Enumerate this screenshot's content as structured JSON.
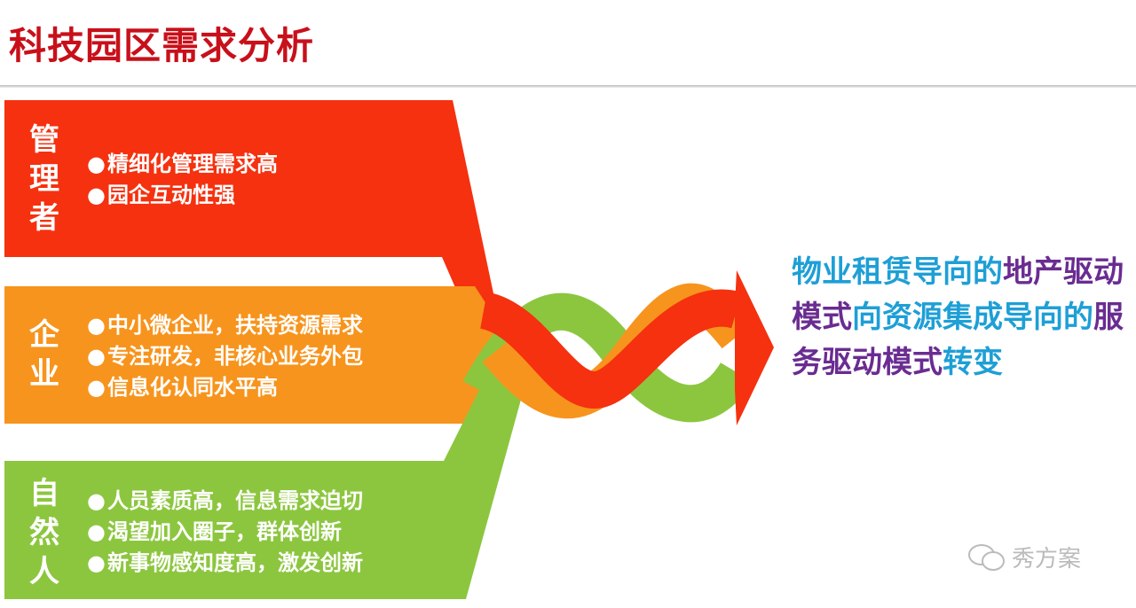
{
  "title": "科技园区需求分析",
  "groups": [
    {
      "label": "管理者",
      "color": "#f5310f",
      "bullets": [
        "精细化管理需求高",
        "园企互动性强"
      ]
    },
    {
      "label": "企业",
      "color": "#f7941d",
      "bullets": [
        "中小微企业，扶持资源需求",
        "专注研发，非核心业务外包",
        "信息化认同水平高"
      ]
    },
    {
      "label": "自然人",
      "color": "#8cc63f",
      "bullets": [
        "人员素质高，信息需求迫切",
        "渴望加入圈子，群体创新",
        "新事物感知度高，激发创新"
      ]
    }
  ],
  "result": {
    "segments": [
      {
        "text": "物业租赁导向的",
        "color": "#1e9fd6"
      },
      {
        "text": "地产驱动模式",
        "color": "#6a2c91"
      },
      {
        "text": "向资源集成导向的",
        "color": "#1e9fd6"
      },
      {
        "text": "服务驱动模式",
        "color": "#6a2c91"
      },
      {
        "text": "转变",
        "color": "#1e9fd6"
      }
    ]
  },
  "watermark": {
    "icon": "wechat-icon",
    "text": "秀方案"
  }
}
